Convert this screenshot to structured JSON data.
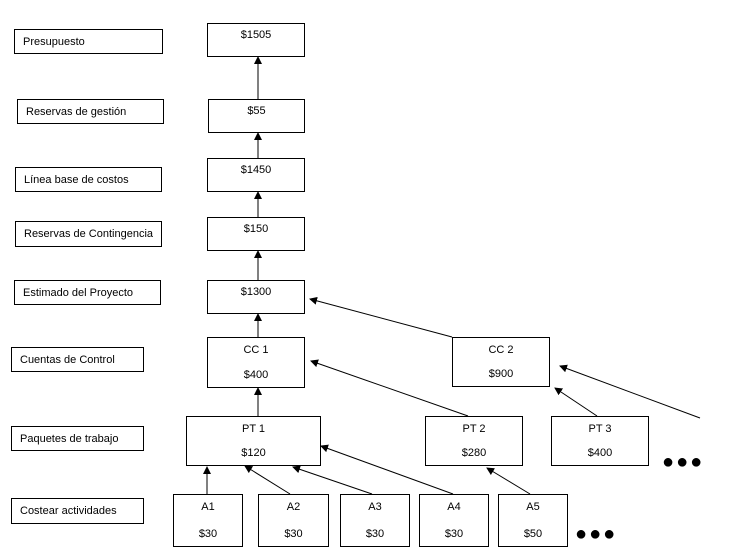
{
  "labels": {
    "presupuesto": "Presupuesto",
    "reservas_gestion": "Reservas de gestión",
    "linea_base": "Línea base de costos",
    "reservas_contingencia": "Reservas de Contingencia",
    "estimado_proyecto": "Estimado del Proyecto",
    "cuentas_control": "Cuentas de Control",
    "paquetes_trabajo": "Paquetes de trabajo",
    "costear_actividades": "Costear actividades"
  },
  "values": {
    "presupuesto": "$1505",
    "reservas_gestion": "$55",
    "linea_base": "$1450",
    "reservas_contingencia": "$150",
    "estimado_proyecto": "$1300"
  },
  "control_accounts": [
    {
      "name": "CC 1",
      "amount": "$400"
    },
    {
      "name": "CC 2",
      "amount": "$900"
    }
  ],
  "work_packages": [
    {
      "name": "PT 1",
      "amount": "$120"
    },
    {
      "name": "PT 2",
      "amount": "$280"
    },
    {
      "name": "PT 3",
      "amount": "$400"
    }
  ],
  "activities": [
    {
      "name": "A1",
      "amount": "$30"
    },
    {
      "name": "A2",
      "amount": "$30"
    },
    {
      "name": "A3",
      "amount": "$30"
    },
    {
      "name": "A4",
      "amount": "$30"
    },
    {
      "name": "A5",
      "amount": "$50"
    }
  ],
  "more_indicator": "●●●"
}
